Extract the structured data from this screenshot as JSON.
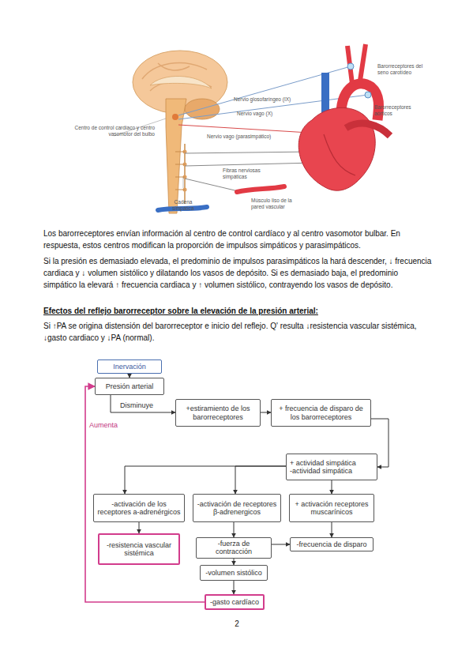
{
  "diagram": {
    "nodes": [
      {
        "text": [
          "Inervación"
        ]
      },
      {
        "text": [
          "Presión arterial"
        ]
      },
      {
        "text": [
          "+estiramiento de los barorreceptores"
        ]
      },
      {
        "text": [
          "+ frecuencia de disparo de los barorreceptores"
        ]
      },
      {
        "text": [
          "+ actividad simpática",
          "-actividad simpática"
        ]
      },
      {
        "text": [
          "-activación de los receptores a-adrenérgicos"
        ]
      },
      {
        "text": [
          "-activación de receptores β-adrenergicos"
        ]
      },
      {
        "text": [
          "+ activación receptores muscarínicos"
        ]
      },
      {
        "text": [
          "-resistencia vascular sistémica"
        ]
      },
      {
        "text": [
          "-fuerza de contracción"
        ]
      },
      {
        "text": [
          "-frecuencia de disparo"
        ]
      },
      {
        "text": [
          "-volumen sistólico"
        ]
      },
      {
        "text": [
          "-gasto cardíaco"
        ]
      }
    ],
    "edges": [
      {
        "from": 0,
        "to": 1,
        "arrow": "to"
      },
      {
        "from": 1,
        "to": 2,
        "label": "Disminuye",
        "arrow": "to"
      },
      {
        "from": 2,
        "to": 3,
        "arrow": "to"
      },
      {
        "from": 3,
        "to": 4,
        "arrow": "to"
      },
      {
        "from": 4,
        "to": 5,
        "arrow": "to"
      },
      {
        "from": 4,
        "to": 6,
        "arrow": "to"
      },
      {
        "from": 4,
        "to": 7,
        "arrow": "to"
      },
      {
        "from": 5,
        "to": 8,
        "arrow": "to"
      },
      {
        "from": 6,
        "to": 9,
        "arrow": "to"
      },
      {
        "from": 9,
        "to": 10,
        "arrow": "to"
      },
      {
        "from": 7,
        "to": 10,
        "arrow": "to"
      },
      {
        "from": 9,
        "to": 11,
        "arrow": "to"
      },
      {
        "from": 11,
        "to": 12,
        "arrow": "to"
      },
      {
        "from": 12,
        "to": 1,
        "label": "Aumenta",
        "arrow": "to"
      }
    ],
    "labels": [
      "Barorreceptores del seno carotídeo",
      "Barorreceptores aórticos",
      "Nervio glosofaríngeo (IX)",
      "Nervio vago (X)",
      "Nervio vago (parasimpático)",
      "Centro de control cardíaco y centro vasomotor del bulbo",
      "Fibras nerviosas simpáticas",
      "Cadena simpática",
      "Músculo liso de la pared vascular",
      "Los barorreceptores envían información al centro de control cardíaco y al centro vasomotor bulbar. En respuesta, estos centros modifican la proporción de impulsos simpáticos y parasimpáticos.",
      "Si la presión es demasiado elevada, el predominio de impulsos parasimpáticos la hará descender, ↓ frecuencia cardiaca y ↓ volumen sistólico y dilatando los vasos de depósito. Si es demasiado baja, el predominio simpático la elevará ↑ frecuencia cardiaca y ↑ volumen sistólico, contrayendo los vasos de depósito.",
      "Efectos del reflejo barorreceptor sobre la elevación de la presión arterial:",
      "Si ↑PA se origina distensión del barorreceptor e inicio del reflejo. Q' resulta ↓resistencia vascular sistémica, ↓gasto cardiaco y ↓PA (normal).",
      "2"
    ]
  }
}
